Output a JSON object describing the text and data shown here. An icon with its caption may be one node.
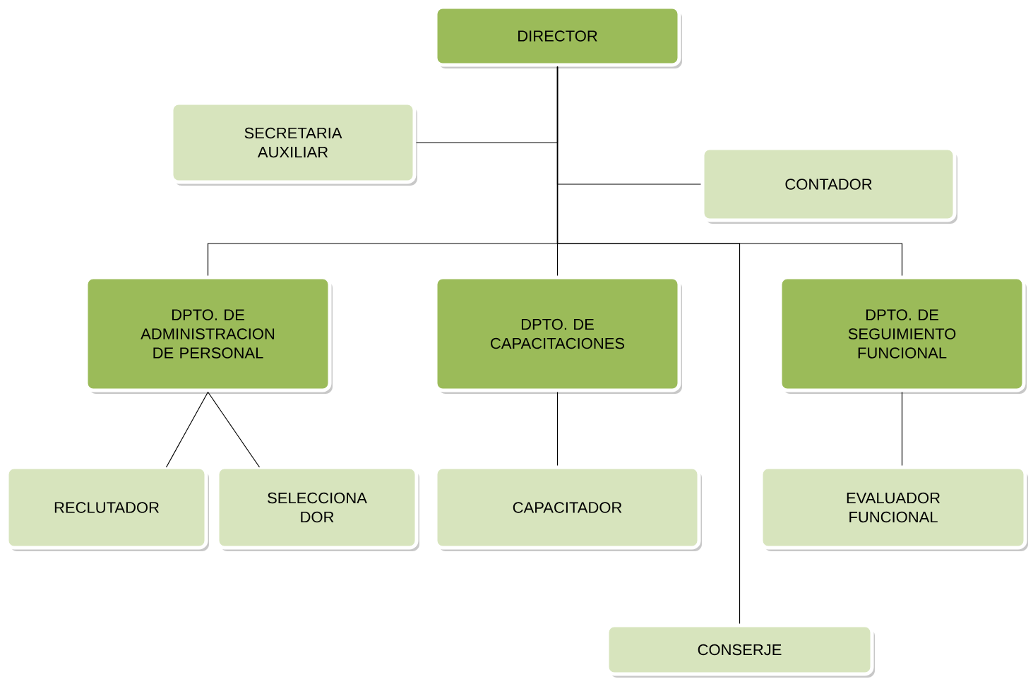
{
  "diagram": {
    "nodes": [
      {
        "text": [
          "DIRECTOR"
        ]
      },
      {
        "text": [
          "SECRETARIA AUXILIAR"
        ]
      },
      {
        "text": [
          "CONTADOR"
        ]
      },
      {
        "text": [
          "DPTO. DE ADMINISTRACION DE PERSONAL"
        ]
      },
      {
        "text": [
          "DPTO. DE CAPACITACIONES"
        ]
      },
      {
        "text": [
          "DPTO. DE SEGUIMIENTO FUNCIONAL"
        ]
      },
      {
        "text": [
          "RECLUTADOR"
        ]
      },
      {
        "text": [
          "SELECCIONA DOR"
        ]
      },
      {
        "text": [
          "CAPACITADOR"
        ]
      },
      {
        "text": [
          "EVALUADOR FUNCIONAL"
        ]
      },
      {
        "text": [
          "CONSERJE"
        ]
      }
    ],
    "edges": [
      {
        "from": 0,
        "to": 1,
        "arrow": "none"
      },
      {
        "from": 0,
        "to": 2,
        "arrow": "none"
      },
      {
        "from": 0,
        "to": 3,
        "arrow": "none"
      },
      {
        "from": 0,
        "to": 4,
        "arrow": "none"
      },
      {
        "from": 0,
        "to": 5,
        "arrow": "none"
      },
      {
        "from": 0,
        "to": 10,
        "arrow": "none"
      },
      {
        "from": 3,
        "to": 6,
        "arrow": "none"
      },
      {
        "from": 3,
        "to": 7,
        "arrow": "none"
      },
      {
        "from": 4,
        "to": 8,
        "arrow": "none"
      },
      {
        "from": 5,
        "to": 9,
        "arrow": "none"
      }
    ]
  }
}
